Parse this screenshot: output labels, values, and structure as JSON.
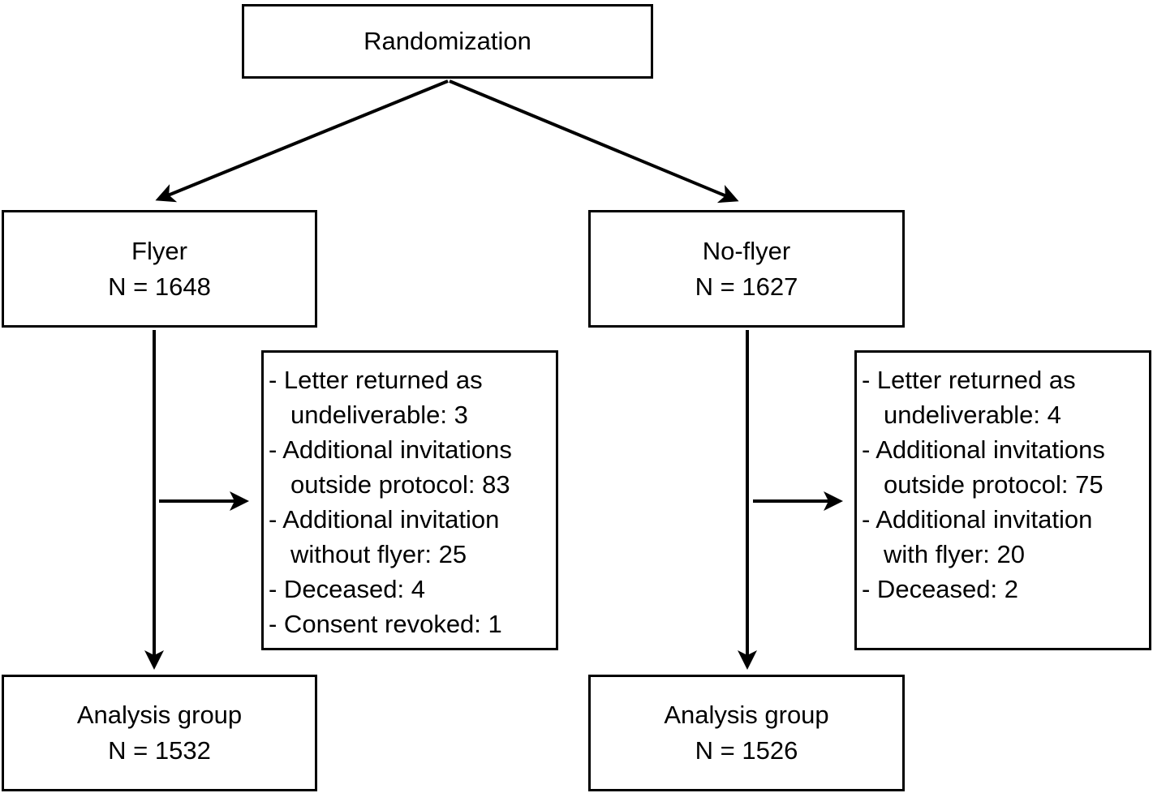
{
  "colors": {
    "background": "#ffffff",
    "line": "#000000",
    "text": "#000000"
  },
  "diagram": {
    "randomization": {
      "title": "Randomization"
    },
    "arms": {
      "flyer": {
        "name": "Flyer",
        "n_label": "N = 1648"
      },
      "no_flyer": {
        "name": "No-flyer",
        "n_label": "N = 1627"
      }
    },
    "exclusions": {
      "flyer": {
        "lines": [
          "- Letter returned as",
          "undeliverable: 3",
          "- Additional invitations",
          "outside protocol: 83",
          "- Additional invitation",
          "without flyer: 25",
          "- Deceased: 4",
          "- Consent revoked: 1"
        ]
      },
      "no_flyer": {
        "lines": [
          "- Letter returned as",
          "undeliverable: 4",
          "- Additional invitations",
          "outside protocol: 75",
          "- Additional invitation",
          "with flyer: 20",
          "- Deceased: 2"
        ]
      }
    },
    "analysis": {
      "flyer": {
        "name": "Analysis group",
        "n_label": "N = 1532"
      },
      "no_flyer": {
        "name": "Analysis group",
        "n_label": "N = 1526"
      }
    }
  }
}
